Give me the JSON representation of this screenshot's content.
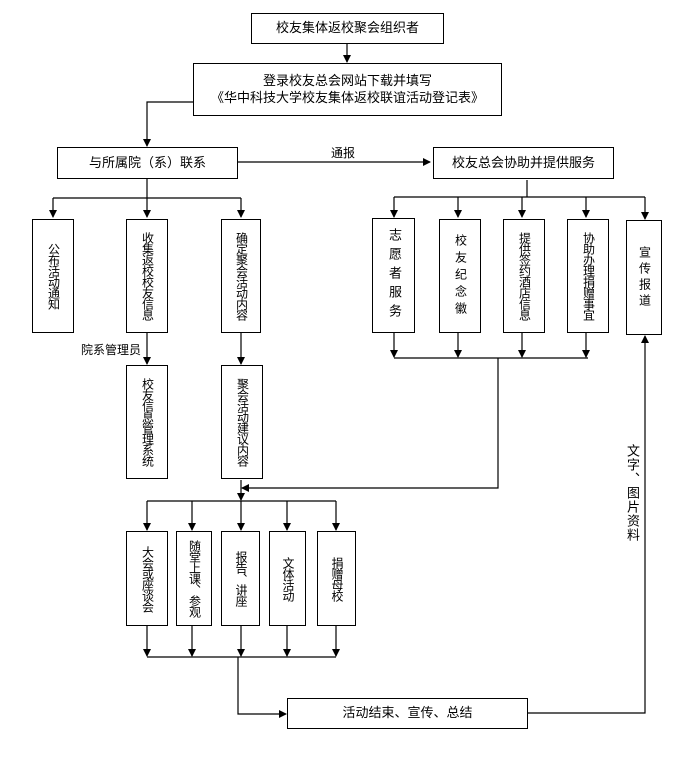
{
  "title": "校友集体返校聚会流程图",
  "nodes": {
    "organizer": "校友集体返校聚会组织者",
    "register_line1": "登录校友总会网站下载并填写",
    "register_line2": "《华中科技大学校友集体返校联谊活动登记表》",
    "contact_dept": "与所属院（系）联系",
    "association_service": "校友总会协助并提供服务",
    "publish_notice": "公布活动通知",
    "collect_info": "收集返校校友信息",
    "confirm_content": "确定聚会活动内容",
    "info_system": "校友信息管理系统",
    "suggested_content": "聚会活动建议内容",
    "volunteer": "志愿者服务",
    "badge": "校友纪念徽",
    "hotel_info": "提供签约酒店信息",
    "donation_help": "协助办理捐赠事宜",
    "publicity": "宣传报道",
    "conference": "大会或座谈会",
    "class_visit": "随堂上课、参观",
    "lecture": "报告、讲座",
    "sports": "文体活动",
    "donate": "捐赠母校",
    "finish": "活动结束、宣传、总结"
  },
  "edge_labels": {
    "notify": "通报",
    "dept_admin": "院系管理员",
    "materials": "文字、图片资料"
  }
}
